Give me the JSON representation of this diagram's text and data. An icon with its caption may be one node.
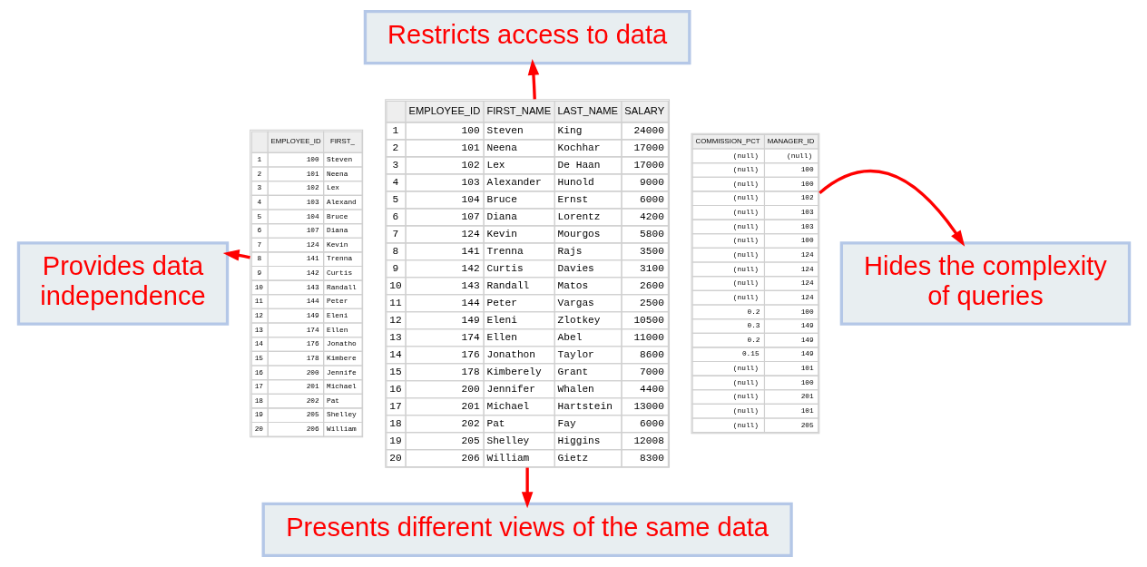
{
  "diagram": {
    "nodes": [
      {
        "text": [
          "Restricts access to data"
        ]
      },
      {
        "text": [
          "Provides data independence"
        ]
      },
      {
        "text": [
          "EMPLOYEE_ID",
          "FIRST_",
          "1",
          "100",
          "Steven",
          "2",
          "101",
          "Neena",
          "3",
          "102",
          "Lex",
          "4",
          "103",
          "Alexand",
          "5",
          "104",
          "Bruce",
          "6",
          "107",
          "Diana",
          "7",
          "124",
          "Kevin",
          "8",
          "141",
          "Trenna",
          "9",
          "142",
          "Curtis",
          "10",
          "143",
          "Randall",
          "11",
          "144",
          "Peter",
          "12",
          "149",
          "Eleni",
          "13",
          "174",
          "Ellen",
          "14",
          "176",
          "Jonatho",
          "15",
          "178",
          "Kimbere",
          "16",
          "200",
          "Jennife",
          "17",
          "201",
          "Michael",
          "18",
          "202",
          "Pat",
          "19",
          "205",
          "Shelley",
          "20",
          "206",
          "William"
        ]
      },
      {
        "text": [
          "EMPLOYEE_ID",
          "FIRST_NAME",
          "LAST_NAME",
          "SALARY",
          "1",
          "100",
          "Steven",
          "King",
          "24000",
          "2",
          "101",
          "Neena",
          "Kochhar",
          "17000",
          "3",
          "102",
          "Lex",
          "De Haan",
          "17000",
          "4",
          "103",
          "Alexander",
          "Hunold",
          "9000",
          "5",
          "104",
          "Bruce",
          "Ernst",
          "6000",
          "6",
          "107",
          "Diana",
          "Lorentz",
          "4200",
          "7",
          "124",
          "Kevin",
          "Mourgos",
          "5800",
          "8",
          "141",
          "Trenna",
          "Rajs",
          "3500",
          "9",
          "142",
          "Curtis",
          "Davies",
          "3100",
          "10",
          "143",
          "Randall",
          "Matos",
          "2600",
          "11",
          "144",
          "Peter",
          "Vargas",
          "2500",
          "12",
          "149",
          "Eleni",
          "Zlotkey",
          "10500",
          "13",
          "174",
          "Ellen",
          "Abel",
          "11000",
          "14",
          "176",
          "Jonathon",
          "Taylor",
          "8600",
          "15",
          "178",
          "Kimberely",
          "Grant",
          "7000",
          "16",
          "200",
          "Jennifer",
          "Whalen",
          "4400",
          "17",
          "201",
          "Michael",
          "Hartstein",
          "13000",
          "18",
          "202",
          "Pat",
          "Fay",
          "6000",
          "19",
          "205",
          "Shelley",
          "Higgins",
          "12008",
          "20",
          "206",
          "William",
          "Gietz",
          "8300"
        ]
      },
      {
        "text": [
          "COMMISSION_PCT",
          "MANAGER_ID",
          "(null)",
          "(null)",
          "(null)",
          "100",
          "(null)",
          "100",
          "(null)",
          "102",
          "(null)",
          "103",
          "(null)",
          "103",
          "(null)",
          "100",
          "(null)",
          "124",
          "(null)",
          "124",
          "(null)",
          "124",
          "(null)",
          "124",
          "0.2",
          "100",
          "0.3",
          "149",
          "0.2",
          "149",
          "0.15",
          "149",
          "(null)",
          "101",
          "(null)",
          "100",
          "(null)",
          "201",
          "(null)",
          "101",
          "(null)",
          "205"
        ]
      },
      {
        "text": [
          "Hides the complexity of queries"
        ]
      },
      {
        "text": [
          "Presents different views of the same data"
        ]
      }
    ],
    "edges": [
      {
        "from": 3,
        "to": 0,
        "arrow": "to"
      },
      {
        "from": 2,
        "to": 1,
        "arrow": "to"
      },
      {
        "from": 4,
        "to": 5,
        "arrow": "to"
      },
      {
        "from": 3,
        "to": 6,
        "arrow": "to"
      }
    ]
  }
}
